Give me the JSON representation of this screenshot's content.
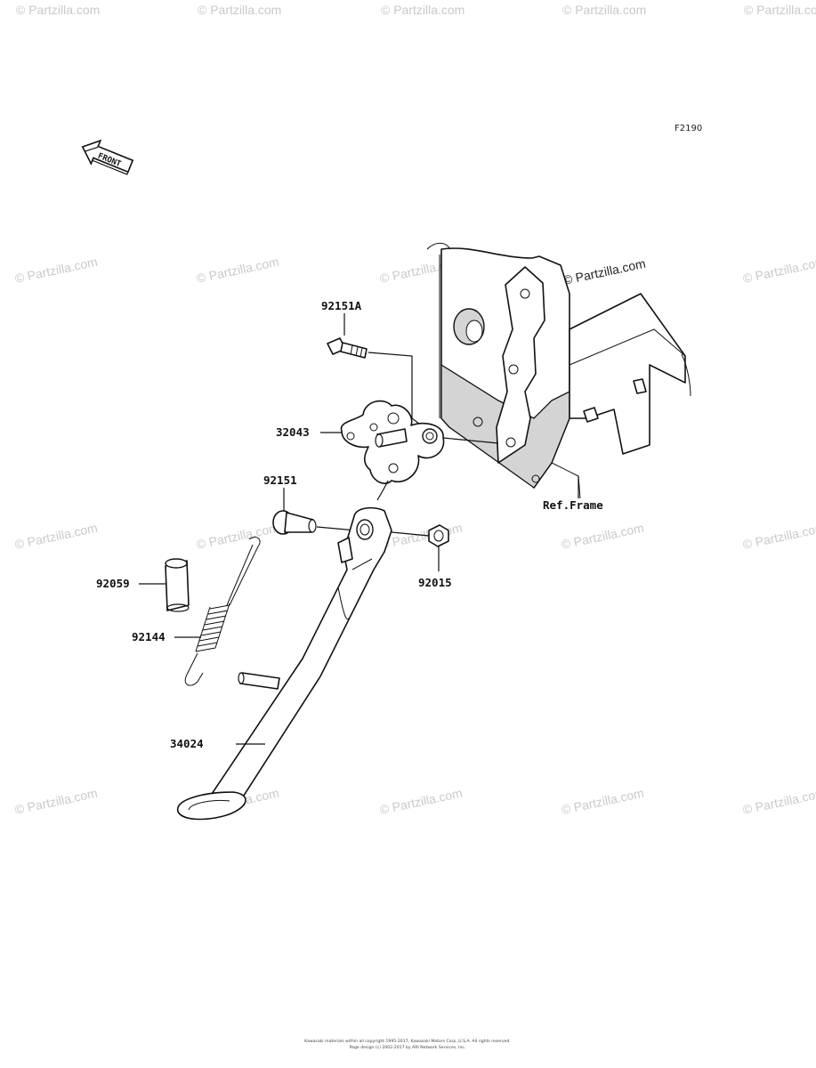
{
  "figure_code": "F2190",
  "front_arrow_text": "FRONT",
  "watermark_text": "© Partzilla.com",
  "labels": {
    "p92151A": "92151A",
    "p32043": "32043",
    "p92151": "92151",
    "p92059": "92059",
    "p92144": "92144",
    "p92015": "92015",
    "p34024": "34024",
    "ref_frame": "Ref.Frame"
  },
  "copyright_line1": "Kawasaki materials within all copyright 1995-2017, Kawasaki Motors Corp.,U.S.A. All rights reserved.",
  "copyright_line2": "Page design (c) 2002-2017 by ARI Network Services, Inc."
}
